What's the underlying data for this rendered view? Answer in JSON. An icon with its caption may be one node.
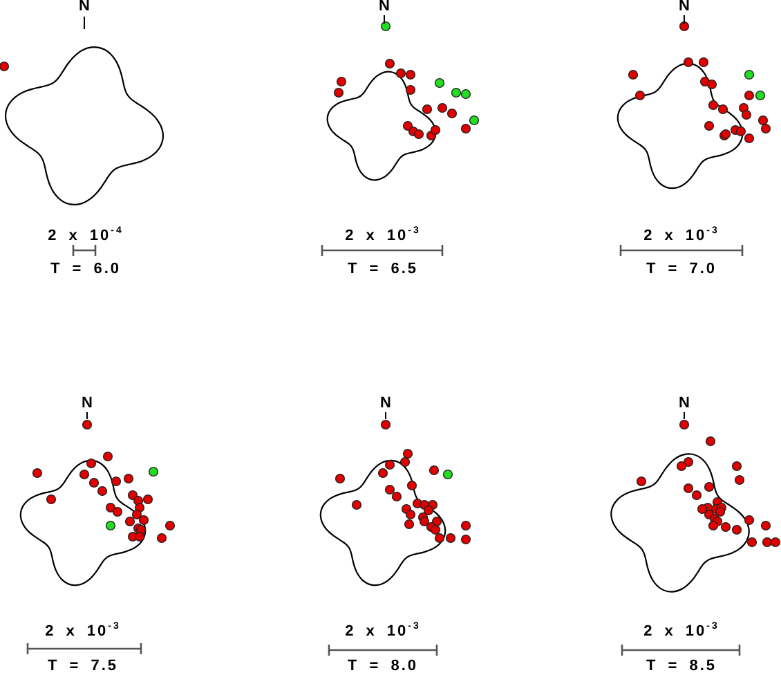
{
  "diagram": {
    "labels": [
      "N",
      "N",
      "N",
      "2 x 10$^{-4}$",
      "2 x 10$^{-3}$",
      "2 x 10$^{-3}$",
      "T = 6.0",
      "T = 6.5",
      "T = 7.0",
      "N",
      "N",
      "N",
      "2 x 10$^{-3}$",
      "2 x 10$^{-3}$",
      "2 x 10$^{-3}$",
      "T = 7.5",
      "T = 8.0",
      "T = 8.5"
    ]
  }
}
